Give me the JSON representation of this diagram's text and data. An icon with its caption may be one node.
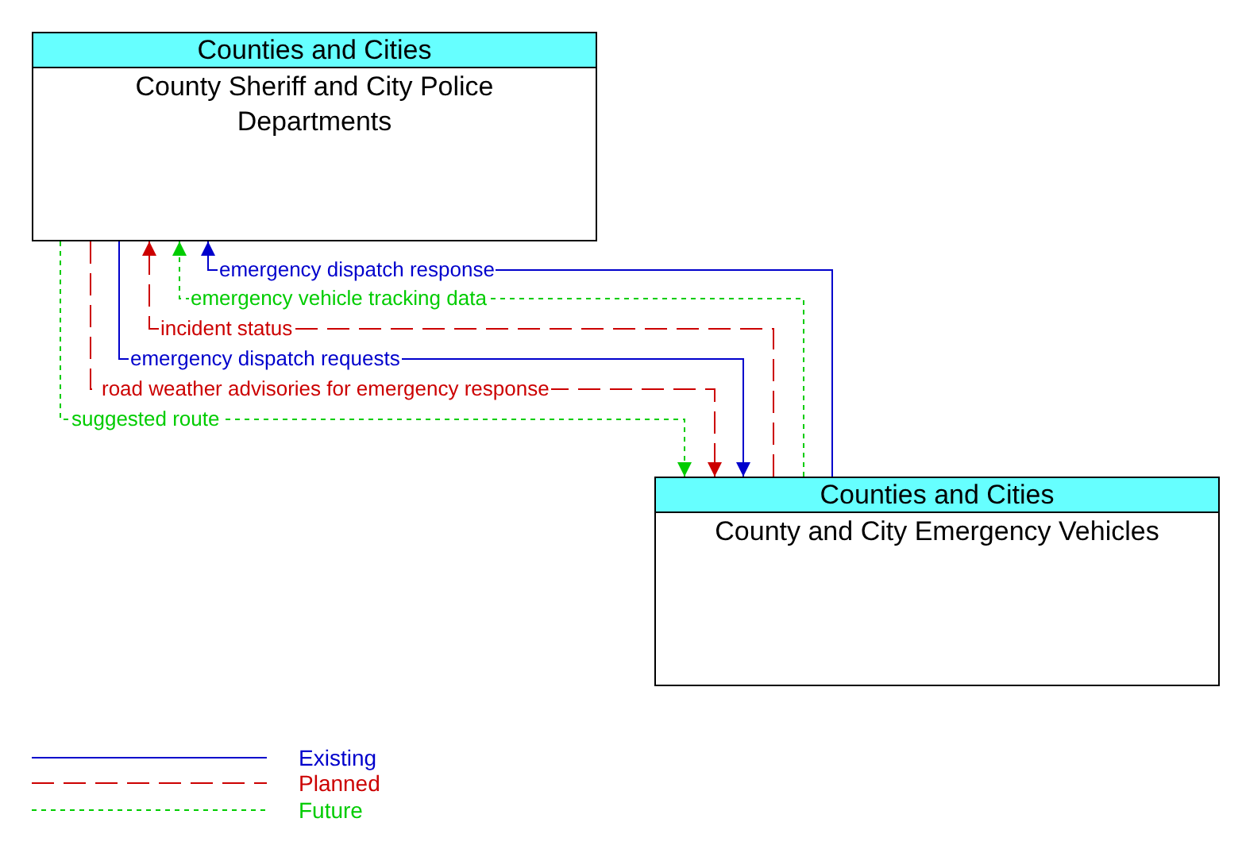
{
  "diagram": {
    "nodes": [
      {
        "text": [
          "Counties and Cities",
          "County Sheriff and City Police Departments"
        ]
      },
      {
        "text": [
          "Counties and Cities",
          "County and City Emergency Vehicles"
        ]
      }
    ],
    "edges": [
      {
        "from": 1,
        "to": 0,
        "arrow": "to",
        "label": "emergency dispatch response",
        "color": "#0000cc"
      },
      {
        "from": 1,
        "to": 0,
        "arrow": "to",
        "label": "emergency vehicle tracking data",
        "style": "dashed",
        "color": "#00cc00"
      },
      {
        "from": 1,
        "to": 0,
        "arrow": "to",
        "label": "incident status",
        "style": "dashed",
        "color": "#cc0000"
      },
      {
        "from": 0,
        "to": 1,
        "arrow": "to",
        "label": "emergency dispatch requests",
        "color": "#0000cc"
      },
      {
        "from": 0,
        "to": 1,
        "arrow": "to",
        "label": "road weather advisories for emergency response",
        "style": "dashed",
        "color": "#cc0000"
      },
      {
        "from": 0,
        "to": 1,
        "arrow": "to",
        "label": "suggested route",
        "style": "dashed",
        "color": "#00cc00"
      }
    ],
    "legend": [
      {
        "text": "Existing",
        "color": "#0000cc"
      },
      {
        "text": "Planned",
        "color": "#cc0000"
      },
      {
        "text": "Future",
        "color": "#00cc00"
      }
    ]
  }
}
